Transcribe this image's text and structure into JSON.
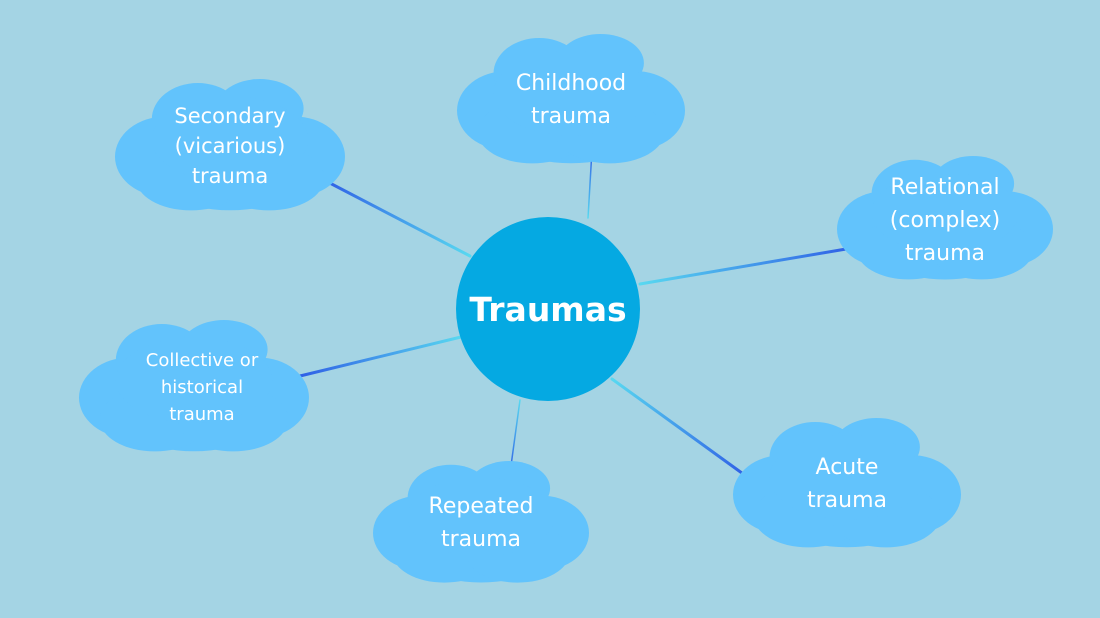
{
  "diagram": {
    "center": {
      "label": "Traumas"
    },
    "nodes": [
      {
        "id": "childhood",
        "label": "Childhood\ntrauma"
      },
      {
        "id": "relational",
        "label": "Relational\n(complex)\ntrauma"
      },
      {
        "id": "acute",
        "label": "Acute\ntrauma"
      },
      {
        "id": "repeated",
        "label": "Repeated\ntrauma"
      },
      {
        "id": "collective",
        "label": "Collective or\nhistorical\ntrauma"
      },
      {
        "id": "secondary",
        "label": "Secondary\n(vicarious)\ntrauma"
      }
    ]
  },
  "colors": {
    "background": "#a4d4e4",
    "hub": "#05a9e2",
    "cloud": "#62c3fc",
    "line_near": "#58d8f0",
    "line_far": "#2f5fe6",
    "text": "#ffffff"
  }
}
